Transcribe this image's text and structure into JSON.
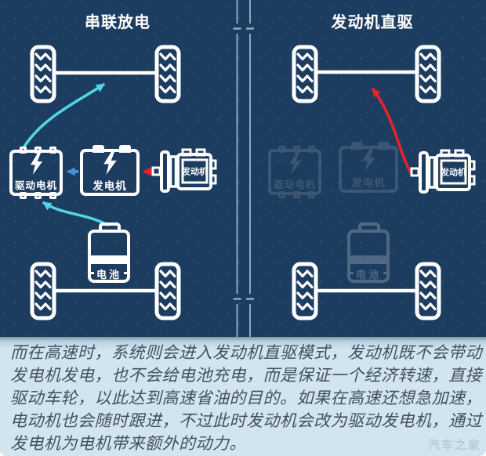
{
  "left_panel": {
    "title": "串联放电",
    "drive_motor": "驱动电机",
    "generator": "发电机",
    "engine": "发动机",
    "battery": "电池"
  },
  "right_panel": {
    "title": "发动机直驱",
    "drive_motor": "驱动电机",
    "generator": "发电机",
    "engine": "发动机",
    "battery": "电池"
  },
  "caption": {
    "lines": [
      "而在高速时，系统则会进入发动机直驱模式，发动机既不会带动",
      "发电机发电，也不会给电池充电，而是保证一个经济转速，直接",
      "驱动车轮，以此达到高速省油的目的。如果在高速还想急加速，",
      "电动机也会随时跟进，不过此时发动机会改为驱动发电机，通过",
      "发电机为电机带来额外的动力。"
    ]
  },
  "watermark": "汽车之家",
  "colors": {
    "background": "#1d3d60",
    "component_stroke": "#ffffff",
    "flow_cyan": "#52d5e8",
    "flow_blue": "#4a90d8",
    "flow_red": "#e8222d",
    "caption_bg": "#d2e5ef",
    "caption_text": "#42505f"
  }
}
